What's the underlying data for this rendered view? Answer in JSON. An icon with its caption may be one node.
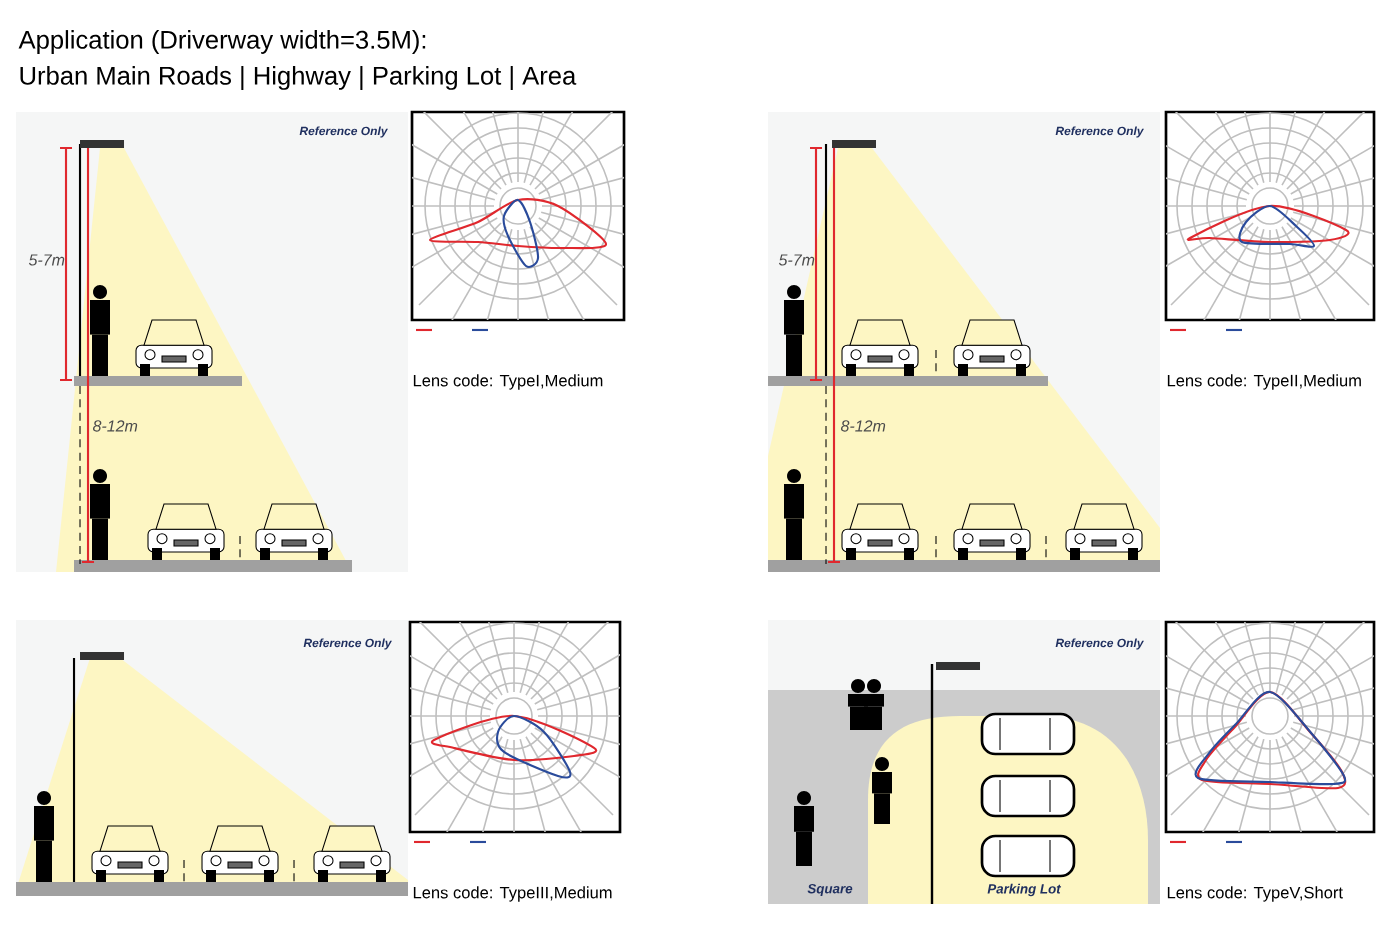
{
  "diagram": {
    "title": "Application (Driverway width=3.5M):",
    "labels": [
      "Urban Main Roads | Highway | Parking Lot |  Area",
      "Reference Only",
      "5-7m",
      "8-12m",
      "Lens code: TypeI,Medium",
      "Reference Only",
      "5-7m",
      "8-12m",
      "Lens code:  TypeII,Medium",
      "Reference Only",
      "Lens code:  TypeIII,Medium",
      "Reference Only",
      "Square",
      "Parking Lot",
      "Lens code:  TypeV,Short"
    ]
  }
}
